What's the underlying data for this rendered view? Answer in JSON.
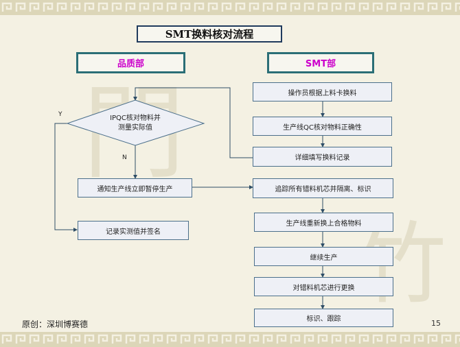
{
  "title": "SMT换料核对流程",
  "departments": {
    "left": "品质部",
    "right": "SMT部"
  },
  "left_flow": {
    "decision": {
      "line1": "IPQC核对物料并",
      "line2": "测量实际值"
    },
    "yes_label": "Y",
    "no_label": "N",
    "notify": "通知生产线立即暂停生产",
    "record": "记录实测值并签名"
  },
  "right_flow": {
    "steps": [
      "操作员根据上料卡换料",
      "生产线QC核对物料正确性",
      "详细填写换料记录",
      "追踪所有错料机芯并隔离、标识",
      "生产线重新换上合格物料",
      "继续生产",
      "对错料机芯进行更换",
      "标识、跟踪"
    ]
  },
  "footer": {
    "author": "原创：深圳博赛德",
    "page_number": "15"
  },
  "colors": {
    "box_border": "#4a6e8a",
    "box_fill": "#eef0f6",
    "dept_border": "#2a6e76",
    "dept_text": "#cc00cc",
    "background": "#f4f1e3"
  }
}
